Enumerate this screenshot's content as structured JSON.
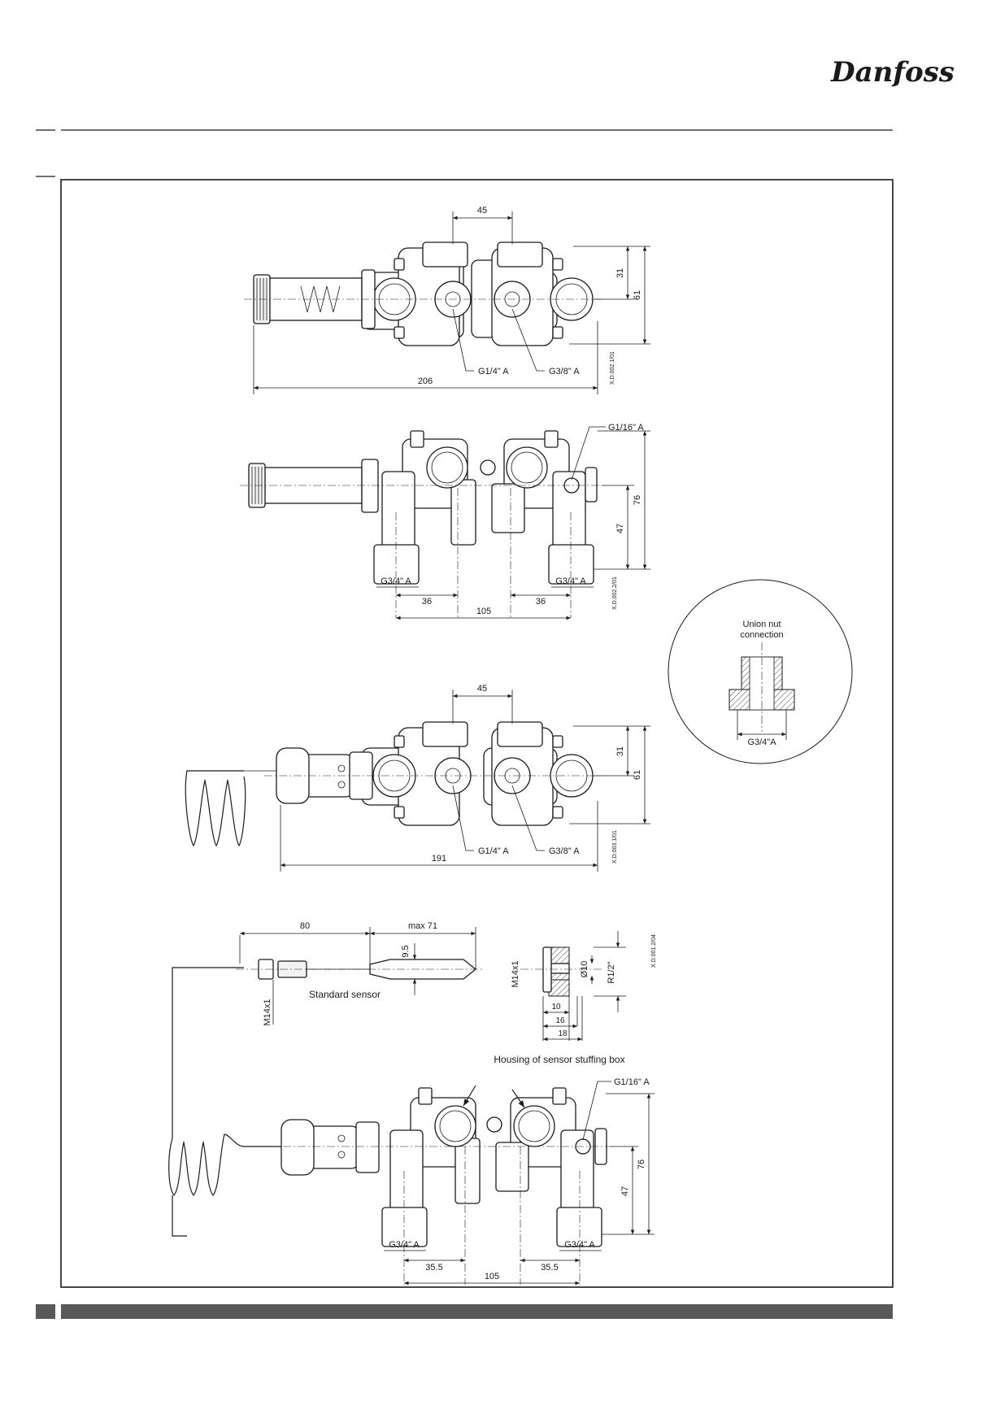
{
  "brand": {
    "logo_text": "Danfoss",
    "color": "#1a1a1a"
  },
  "footer_bar_color": "#58595b",
  "views": {
    "top_view_1": {
      "dim_spacing": "45",
      "dim_height_top": "31",
      "dim_height_total": "61",
      "dim_length": "206",
      "port_left": "G1/4\" A",
      "port_right": "G3/8\" A",
      "drawing_code": "X.D.002.1/01"
    },
    "front_view_1": {
      "gauge_port": "G1/16\" A",
      "outlet_left": "G3/4\" A",
      "outlet_right": "G3/4\" A",
      "dim_offset_left": "36",
      "dim_offset_right": "36",
      "dim_spacing": "105",
      "dim_height_lower": "47",
      "dim_height_total": "76",
      "drawing_code": "X.D.002.2/01"
    },
    "union_detail": {
      "title_line1": "Union nut",
      "title_line2": "connection",
      "thread": "G3/4\"A"
    },
    "top_view_2": {
      "dim_spacing": "45",
      "dim_height_top": "31",
      "dim_height_total": "61",
      "dim_length": "191",
      "port_left": "G1/4\" A",
      "port_right": "G3/8\" A",
      "drawing_code": "X.D.003.1/01"
    },
    "sensor": {
      "dim_length": "80",
      "dim_max": "max 71",
      "dim_diameter": "9.5",
      "thread": "M14x1",
      "label": "Standard sensor"
    },
    "housing": {
      "thread": "M14x1",
      "diameter": "Ø10",
      "pipe_thread": "R1/2\"",
      "dim_10": "10",
      "dim_16": "16",
      "dim_18": "18",
      "caption": "Housing of sensor stuffing box",
      "drawing_code": "X.D.001.2/04"
    },
    "front_view_2": {
      "gauge_port": "G1/16\" A",
      "outlet_left": "G3/4\" A",
      "outlet_right": "G3/4\" A",
      "dim_offset_left": "35.5",
      "dim_offset_right": "35.5",
      "dim_spacing": "105",
      "dim_height_lower": "47",
      "dim_height_total": "76"
    }
  }
}
